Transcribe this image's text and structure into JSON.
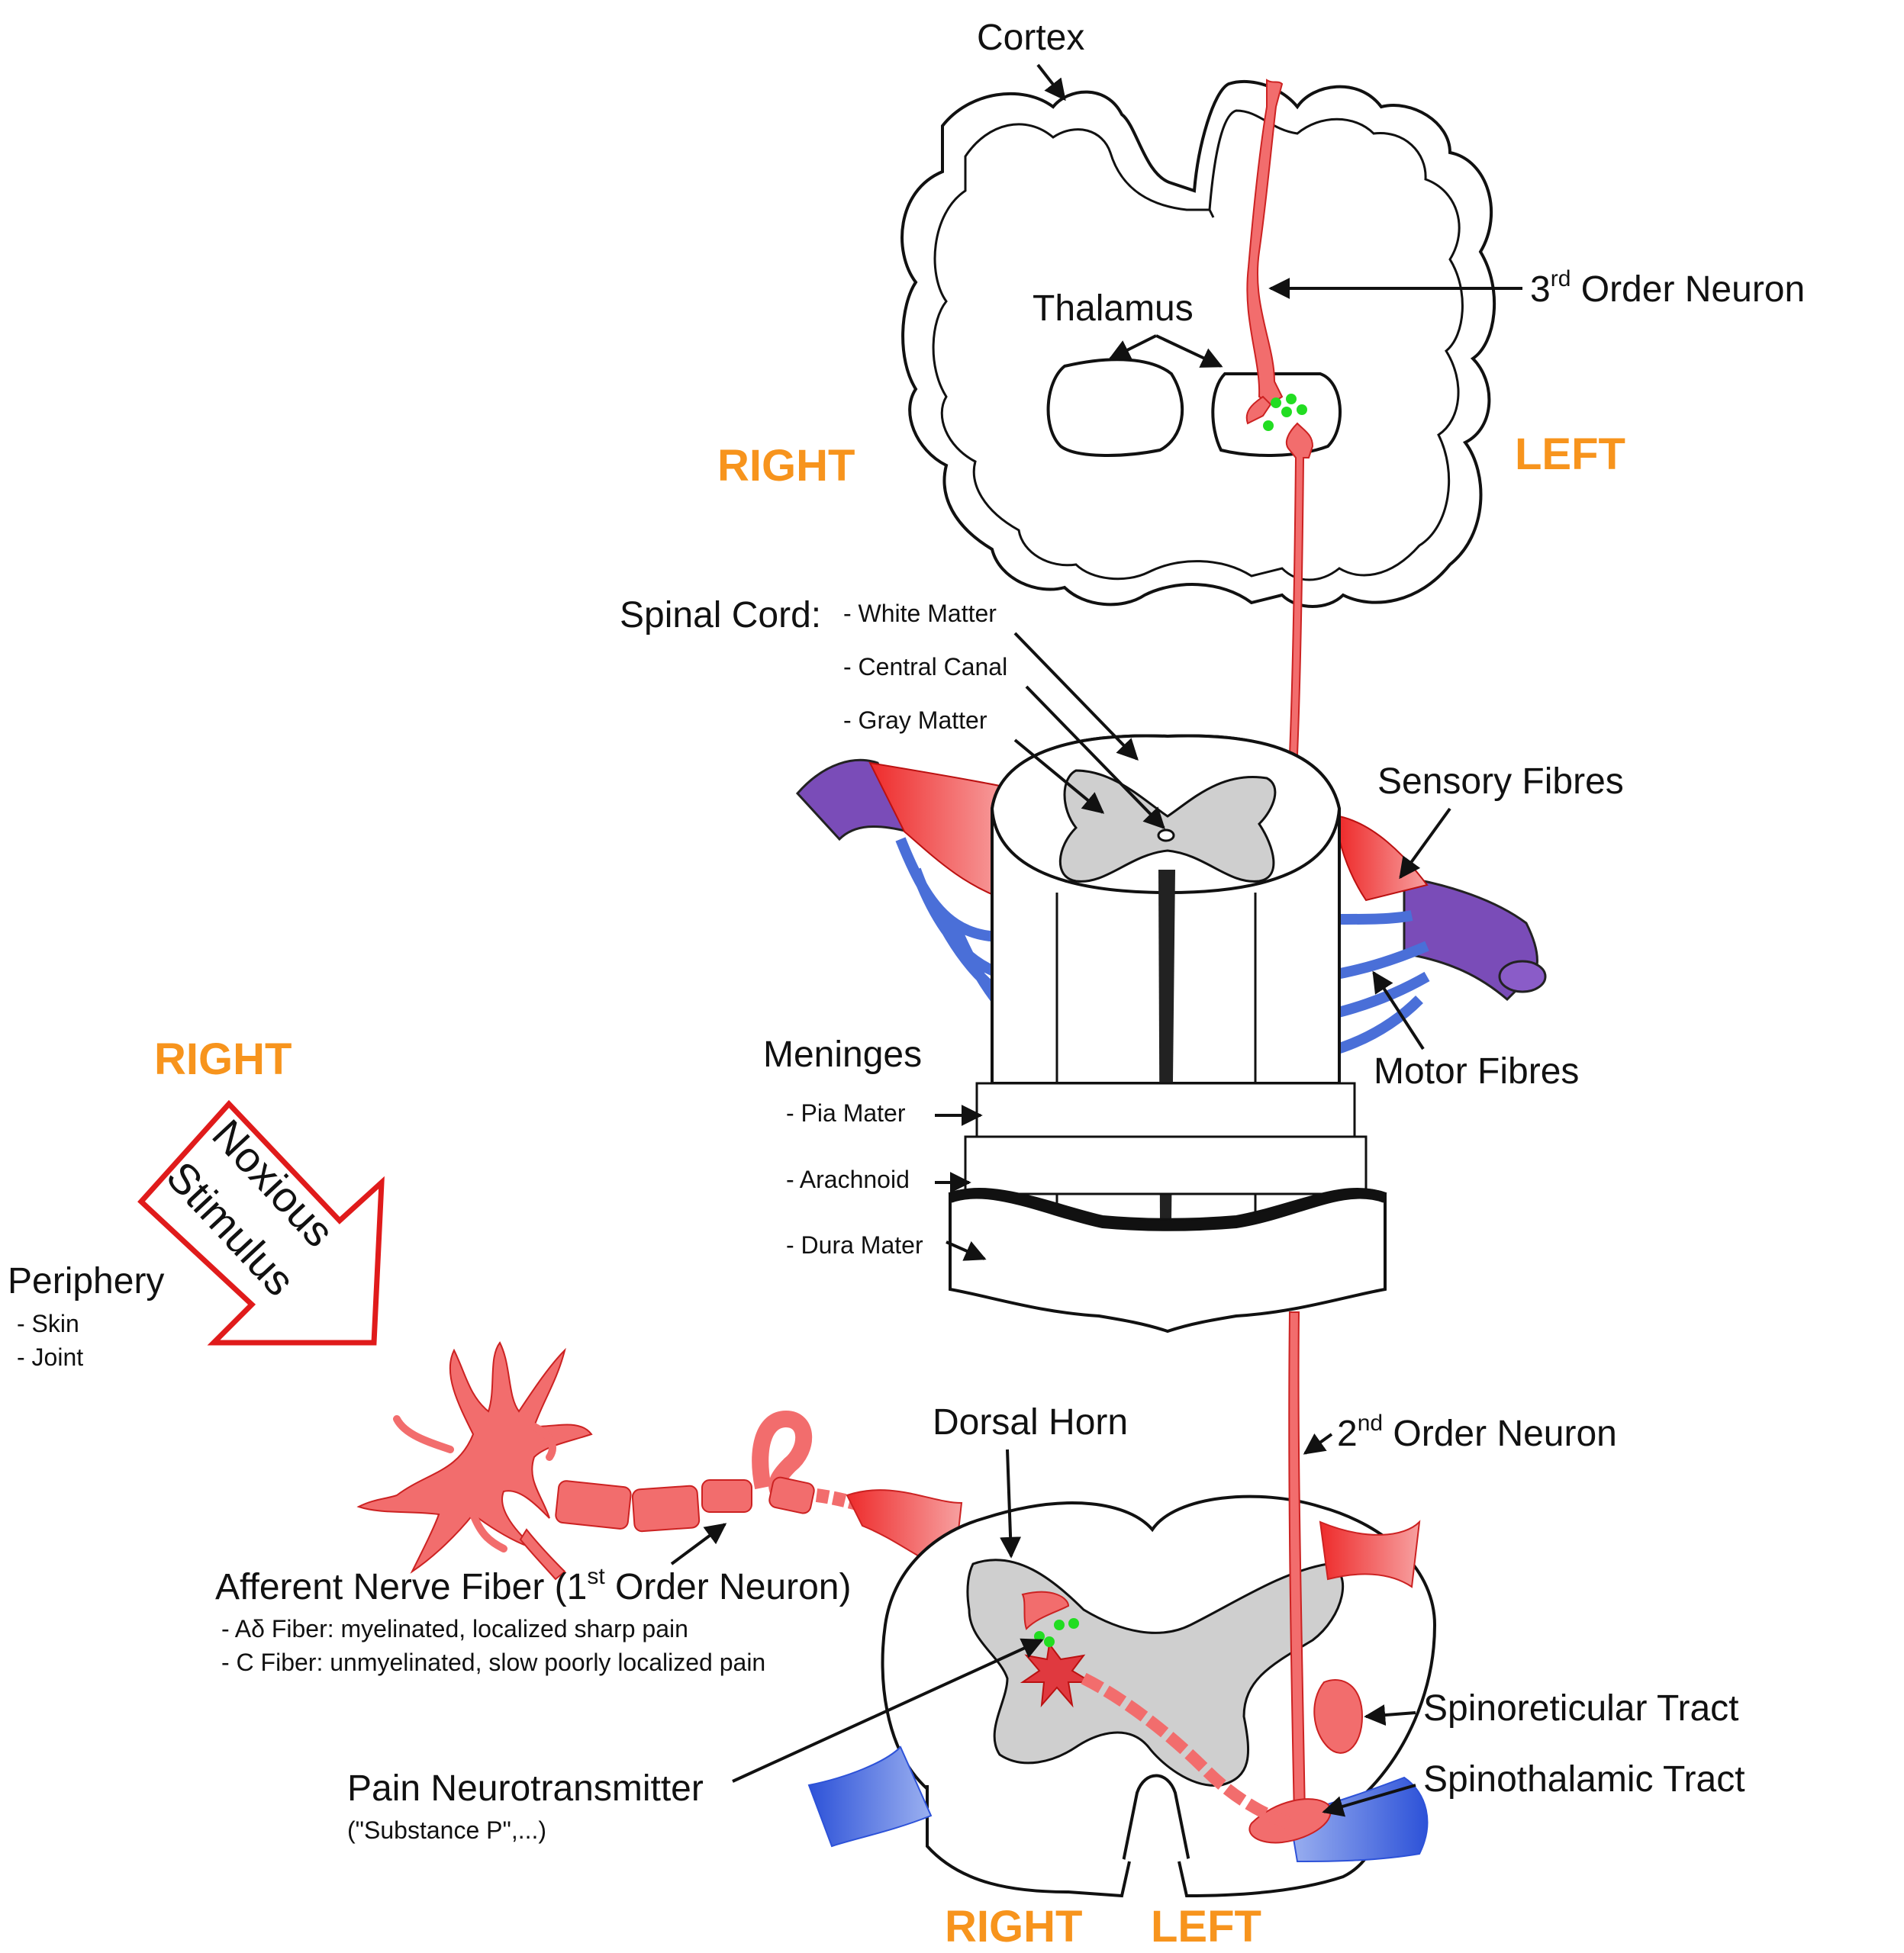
{
  "colors": {
    "side_label": "#f7941d",
    "neuron": "#f26d6d",
    "neuron_dark": "#e0393f",
    "sensory": "#ee2b2b",
    "motor": "#4a6fd8",
    "nerve_root": "#7a4cb8",
    "gray_matter": "#cfcfcf",
    "neurotransmitter": "#22dd22",
    "stimulus_arrow": "#e01b1b"
  },
  "brain": {
    "cortex": "Cortex",
    "thalamus": "Thalamus",
    "third_order_base": "3",
    "third_order_sup": "rd",
    "third_order_rest": " Order Neuron",
    "right": "RIGHT",
    "left": "LEFT"
  },
  "spinal_cord": {
    "title": "Spinal Cord:",
    "items": [
      "- White Matter",
      "- Central Canal",
      "- Gray Matter"
    ],
    "sensory_fibres": "Sensory Fibres",
    "motor_fibres": "Motor Fibres"
  },
  "meninges": {
    "title": "Meninges",
    "items": [
      "- Pia Mater",
      "- Arachnoid",
      "- Dura Mater"
    ]
  },
  "periphery": {
    "right": "RIGHT",
    "stimulus_line1": "Noxious",
    "stimulus_line2": "Stimulus",
    "title": "Periphery",
    "items": [
      "- Skin",
      "- Joint"
    ]
  },
  "afferent": {
    "title_base": "Afferent Nerve Fiber (1",
    "title_sup": "st",
    "title_rest": " Order Neuron)",
    "items": [
      "- Aδ Fiber: myelinated, localized sharp pain",
      "- C Fiber: unmyelinated, slow poorly localized pain"
    ]
  },
  "neurotransmitter": {
    "title": "Pain Neurotransmitter",
    "sub": "(\"Substance P\",...)"
  },
  "cross_section": {
    "dorsal_horn": "Dorsal Horn",
    "second_order_base": "2",
    "second_order_sup": "nd",
    "second_order_rest": " Order Neuron",
    "spinoreticular": "Spinoreticular Tract",
    "spinothalamic": "Spinothalamic Tract",
    "right": "RIGHT",
    "left": "LEFT"
  }
}
